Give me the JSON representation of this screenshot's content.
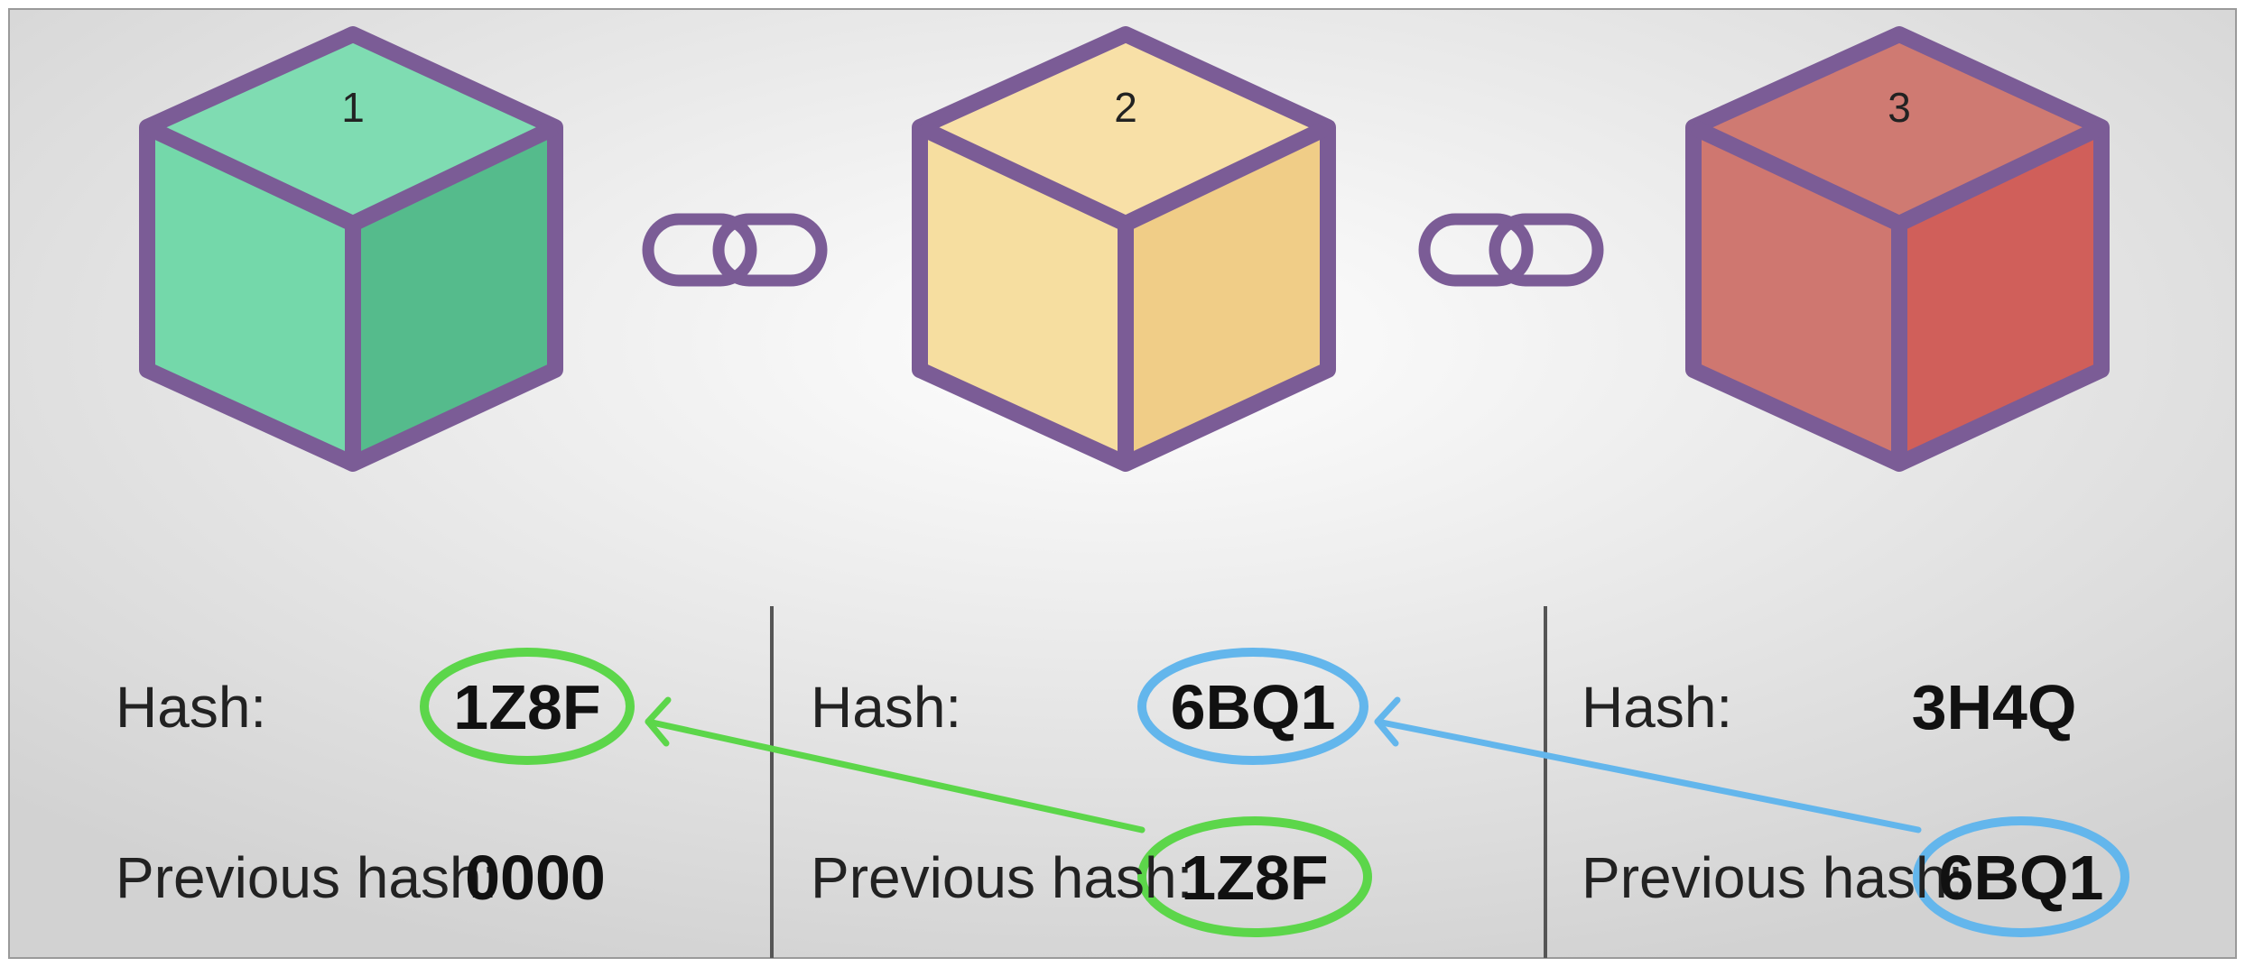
{
  "blocks": [
    {
      "number": "1",
      "hash_label": "Hash:",
      "hash_value": "1Z8F",
      "prev_label": "Previous hash:",
      "prev_value": "0000",
      "colors": {
        "top": "#7fdcb2",
        "left": "#74d8aa",
        "right": "#55bb8c"
      }
    },
    {
      "number": "2",
      "hash_label": "Hash:",
      "hash_value": "6BQ1",
      "prev_label": "Previous hash:",
      "prev_value": "1Z8F",
      "colors": {
        "top": "#f8e0a7",
        "left": "#f6dea0",
        "right": "#f0cd87"
      }
    },
    {
      "number": "3",
      "hash_label": "Hash:",
      "hash_value": "3H4Q",
      "prev_label": "Previous hash:",
      "prev_value": "6BQ1",
      "colors": {
        "top": "#cf7a72",
        "left": "#cf7770",
        "right": "#d05f5a"
      }
    }
  ],
  "link_icon": "chain-link-icon",
  "colors": {
    "cube_outline": "#7b5c96",
    "highlight_green": "#5cd64a",
    "highlight_blue": "#63b6ec",
    "background_center": "#ffffff",
    "background_edge": "#d2d2d2",
    "divider": "#555555"
  }
}
